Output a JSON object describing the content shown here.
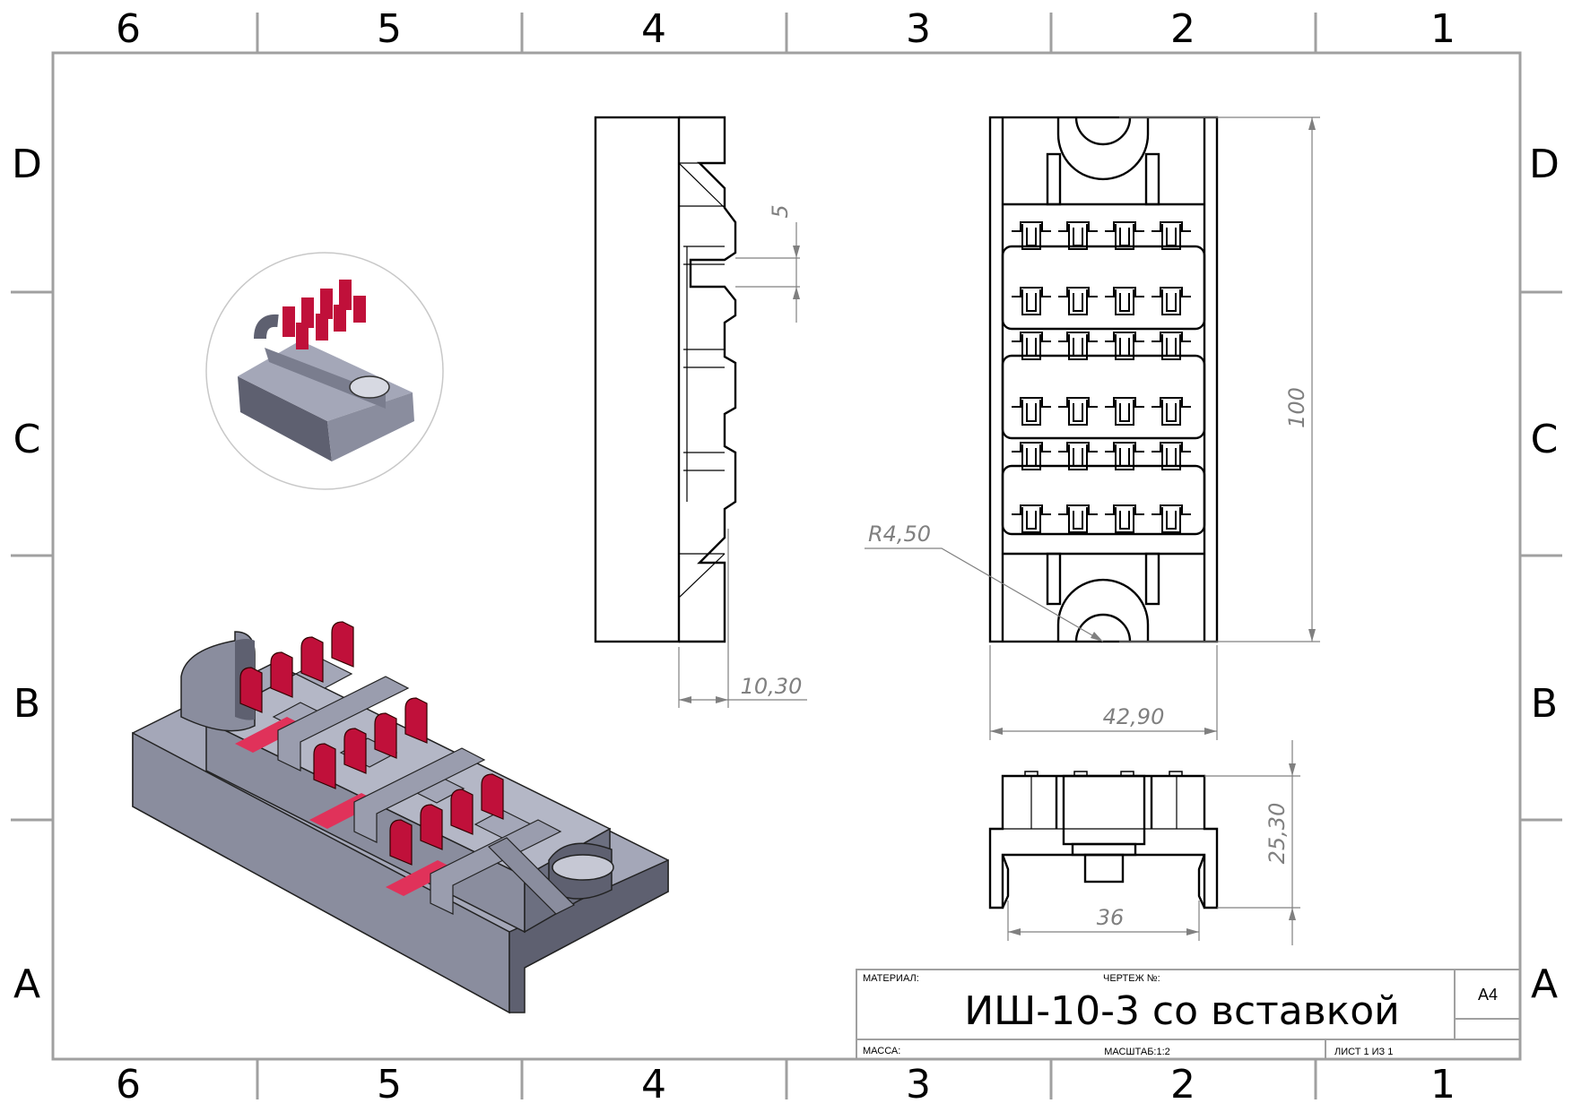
{
  "sheet": {
    "zones_columns": [
      "6",
      "5",
      "4",
      "3",
      "2",
      "1"
    ],
    "zones_rows": [
      "D",
      "C",
      "B",
      "A"
    ]
  },
  "dimensions": {
    "d5": "5",
    "d10_30": "10,30",
    "d100": "100",
    "r4_50": "R4,50",
    "d42_90": "42,90",
    "d25_30": "25,30",
    "d36": "36"
  },
  "title_block": {
    "material_label": "МАТЕРИАЛ:",
    "drawing_no_label": "ЧЕРТЕЖ №:",
    "title": "ИШ-10-3 со вставкой",
    "format": "A4",
    "mass_label": "МАССА:",
    "scale": "МАСШТАБ:1:2",
    "sheet": "ЛИСТ 1 ИЗ 1"
  },
  "colors": {
    "body": "#8a8d9e",
    "body_light": "#a4a7b8",
    "body_dark": "#5e6070",
    "insert": "#c0103a",
    "insert_light": "#e0325a",
    "frame": "#a0a0a0",
    "dimension": "#808080"
  }
}
